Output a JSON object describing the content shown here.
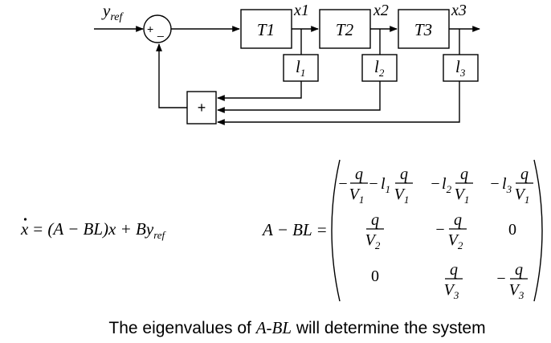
{
  "diagram": {
    "input_label": {
      "base": "y",
      "sub": "ref"
    },
    "sum_signs": {
      "plus": "+",
      "minus": "_"
    },
    "blocks": [
      "T1",
      "T2",
      "T3"
    ],
    "outputs": [
      "x1",
      "x2",
      "x3"
    ],
    "gains": [
      {
        "base": "l",
        "sub": "1"
      },
      {
        "base": "l",
        "sub": "2"
      },
      {
        "base": "l",
        "sub": "3"
      }
    ],
    "adder_label": "+"
  },
  "equations": {
    "state_eq": {
      "xdot": "x",
      "rhs": "= (A − BL)x + By",
      "sub": "ref"
    },
    "matrix_lhs": "A − BL =",
    "matrix": {
      "q": "q",
      "minus": "−",
      "V": "V",
      "l": "l",
      "zero": "0",
      "idx": [
        "1",
        "2",
        "3"
      ]
    }
  },
  "caption": {
    "prefix": "The eigenvalues of ",
    "emph": "A-BL",
    "suffix": " will determine the system"
  }
}
